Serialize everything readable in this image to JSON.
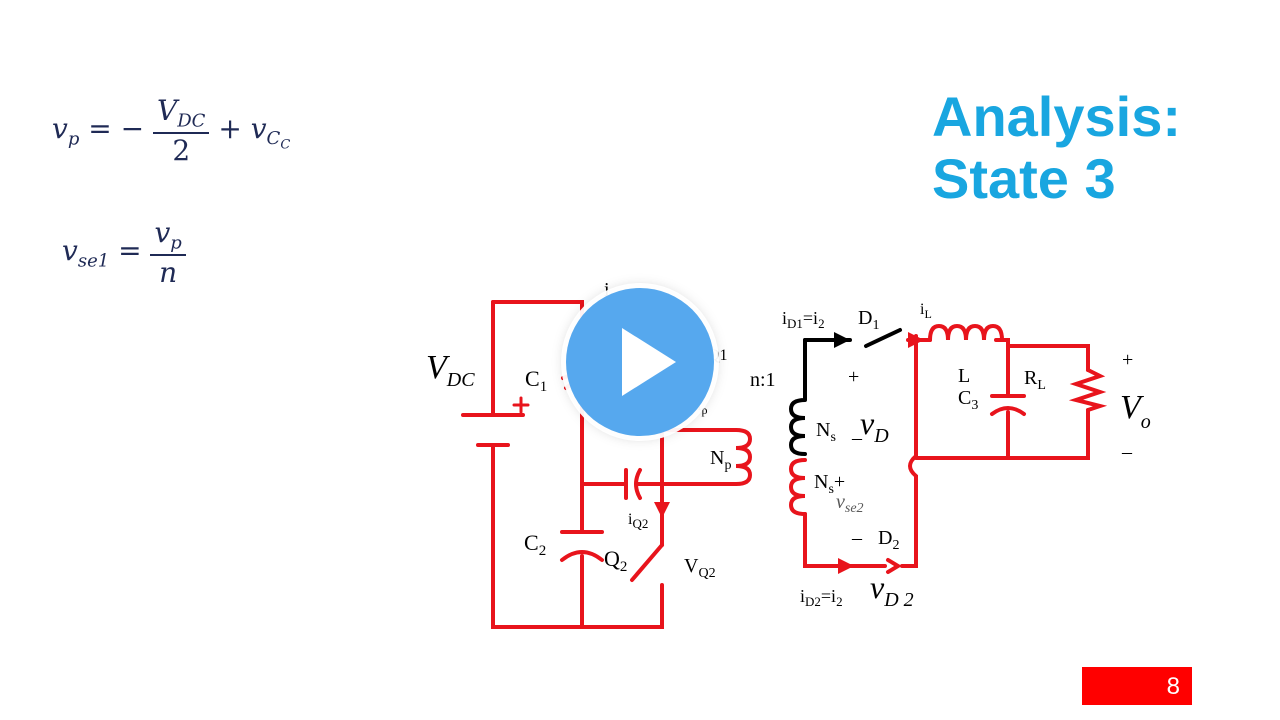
{
  "title": {
    "line1": "Analysis:",
    "line2": "State 3"
  },
  "page_number": "8",
  "colors": {
    "title": "#19a6e0",
    "circuit": "#e8141c",
    "play_button": "#56a8ee",
    "page_badge": "#ff0000"
  },
  "equations": {
    "eq1": {
      "lhs": "v",
      "lhs_sub": "p",
      "eq": "= −",
      "num": "V",
      "num_sub": "DC",
      "den": "2",
      "plus": "+ v",
      "tail_sub": "C",
      "tail_subsub": "C"
    },
    "eq2": {
      "lhs": "v",
      "lhs_sub": "se1",
      "eq": "=",
      "num": "v",
      "num_sub": "p",
      "den": "n"
    }
  },
  "circuit": {
    "VDC": "V",
    "VDC_sub": "DC",
    "C1": "C",
    "C1_sub": "1",
    "C2": "C",
    "C2_sub": "2",
    "Q1": "Q1",
    "Q2": "Q",
    "Q2_sub": "2",
    "VQ2": "V",
    "VQ2_sub": "Q2",
    "iQ2": "i",
    "iQ2_sub": "Q2",
    "ip": "i",
    "ip_sub": "p",
    "ic": "i",
    "ic_sub": "c",
    "Np": "N",
    "Np_sub": "p",
    "ratio": "n:1",
    "Ns1": "N",
    "Ns1_sub": "s",
    "Ns2": "N",
    "Ns2_sub": "s",
    "iD1": "i",
    "iD1_sub": "D1",
    "iD1_eq": "=i",
    "iD1_eq_sub": "2",
    "iD2": "i",
    "iD2_sub": "D2",
    "iD2_eq": "=i",
    "iD2_eq_sub": "2",
    "D1": "D",
    "D1_sub": "1",
    "D2": "D",
    "D2_sub": "2",
    "iL": "i",
    "iL_sub": "L",
    "L": "L",
    "C3": "C",
    "C3_sub": "3",
    "RL": "R",
    "RL_sub": "L",
    "Vo": "V",
    "Vo_sub": "o",
    "vD": "v",
    "vD_sub": "D",
    "vD2": "v",
    "vD2_sub": "D 2",
    "vse2": "v",
    "vse2_sub": "se2",
    "plus": "+",
    "minus": "–"
  }
}
